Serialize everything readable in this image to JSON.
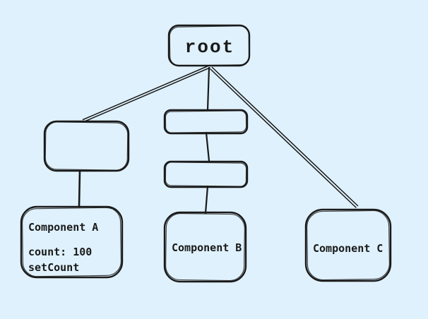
{
  "app": {
    "background": "#dff1fc",
    "stroke": "#1a1a1a"
  },
  "nodes": {
    "root": {
      "label": "root"
    },
    "component_a": {
      "label": "Component A",
      "details": [
        "count: 100",
        "setCount"
      ]
    },
    "component_b": {
      "label": "Component B"
    },
    "component_c": {
      "label": "Component C"
    }
  },
  "edges": [
    {
      "from": "root",
      "to": "wrapper_left"
    },
    {
      "from": "root",
      "to": "wrapper_middle_top"
    },
    {
      "from": "root",
      "to": "component_c"
    },
    {
      "from": "wrapper_left",
      "to": "component_a"
    },
    {
      "from": "wrapper_middle_top",
      "to": "wrapper_middle_bottom"
    },
    {
      "from": "wrapper_middle_bottom",
      "to": "component_b"
    }
  ]
}
